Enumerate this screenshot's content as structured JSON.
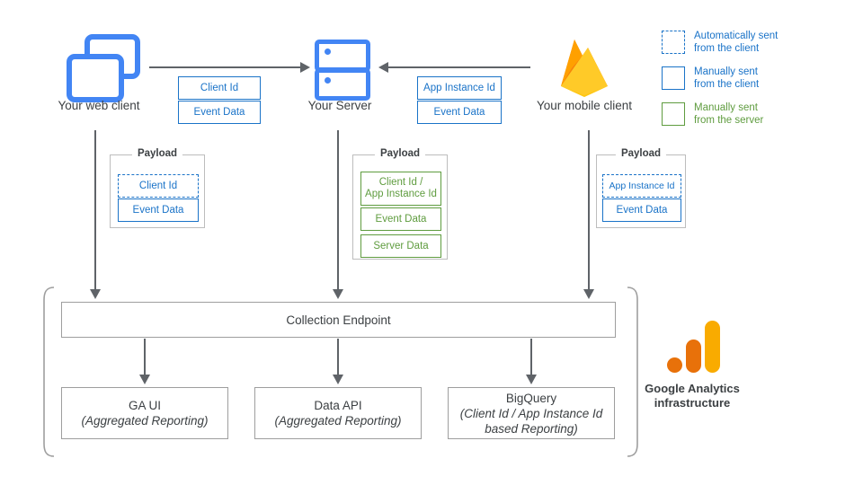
{
  "diagram": {
    "title": "Google Analytics data collection architecture",
    "colors": {
      "client_blue": "#1a73c8",
      "server_green": "#5f9c3f",
      "icon_blue": "#4285F4",
      "arrow_gray": "#5f6368",
      "box_border": "#9e9e9e",
      "ga_orange": "#E8710A",
      "ga_yellow": "#F9AB00",
      "firebase_yellow": "#FFCA28",
      "firebase_orange": "#F6820D"
    },
    "nodes": {
      "web_client": {
        "label": "Your web client",
        "icon": "browser-windows-icon"
      },
      "server": {
        "label": "Your Server",
        "icon": "server-rack-icon"
      },
      "mobile_client": {
        "label": "Your mobile client",
        "icon": "firebase-flame-icon"
      }
    },
    "transfers": {
      "web_to_server": {
        "direction": "right",
        "chips": [
          {
            "label": "Client Id",
            "style": "solid-blue"
          },
          {
            "label": "Event Data",
            "style": "solid-blue"
          }
        ]
      },
      "mobile_to_server": {
        "direction": "left",
        "chips": [
          {
            "label": "App Instance Id",
            "style": "solid-blue"
          },
          {
            "label": "Event Data",
            "style": "solid-blue"
          }
        ]
      }
    },
    "payloads": {
      "title": "Payload",
      "web": {
        "title": "Payload",
        "chips": [
          {
            "label": "Client Id",
            "style": "dashed-blue"
          },
          {
            "label": "Event Data",
            "style": "solid-blue"
          }
        ]
      },
      "server": {
        "title": "Payload",
        "chips": [
          {
            "label": "Client Id /\nApp Instance Id",
            "line1": "Client Id /",
            "line2": "App Instance Id",
            "style": "solid-green"
          },
          {
            "label": "Event Data",
            "style": "solid-green"
          },
          {
            "label": "Server Data",
            "style": "solid-green"
          }
        ]
      },
      "mobile": {
        "title": "Payload",
        "chips": [
          {
            "label": "App Instance Id",
            "style": "dashed-blue"
          },
          {
            "label": "Event Data",
            "style": "solid-blue"
          }
        ]
      }
    },
    "legend": {
      "items": [
        {
          "style": "dashed-blue",
          "line1": "Automatically sent",
          "line2": "from the client"
        },
        {
          "style": "solid-blue",
          "line1": "Manually sent",
          "line2": "from the client"
        },
        {
          "style": "solid-green",
          "line1": "Manually sent",
          "line2": "from the server"
        }
      ]
    },
    "infrastructure": {
      "collection_endpoint": {
        "label": "Collection Endpoint"
      },
      "outputs": [
        {
          "title": "GA UI",
          "subtitle": "(Aggregated Reporting)"
        },
        {
          "title": "Data API",
          "subtitle": "(Aggregated Reporting)"
        },
        {
          "title": "BigQuery",
          "subtitle_line1": "(Client Id / App Instance Id",
          "subtitle_line2": "based Reporting)"
        }
      ],
      "brand": {
        "line1": "Google Analytics",
        "line2": "infrastructure",
        "icon": "google-analytics-icon"
      }
    }
  }
}
